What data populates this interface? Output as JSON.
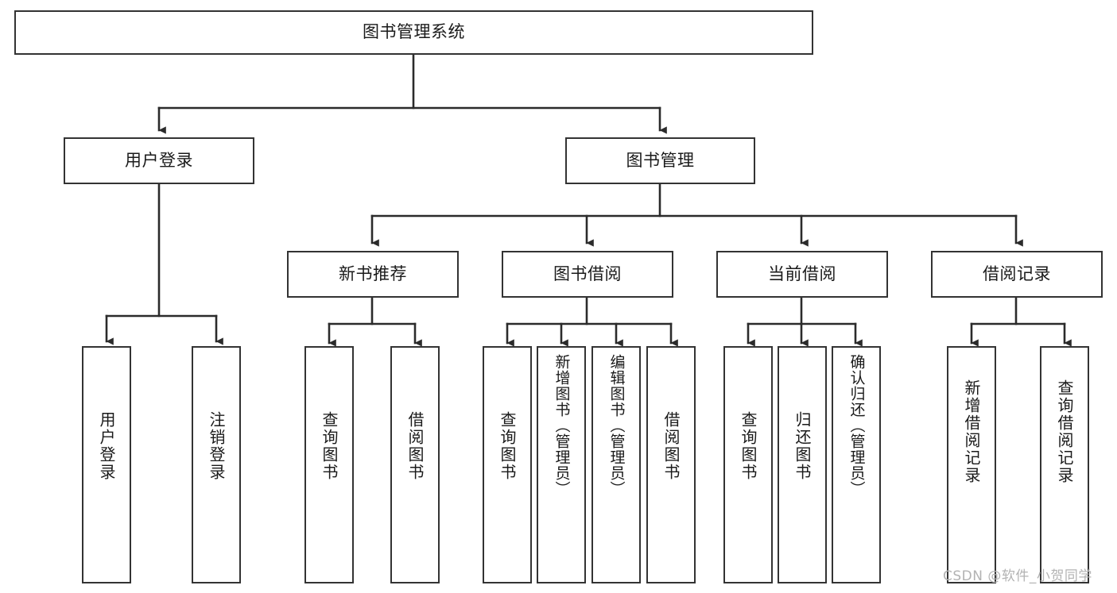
{
  "diagram": {
    "type": "tree",
    "title": "图书管理系统",
    "root": {
      "label": "图书管理系统"
    },
    "level2": [
      {
        "label": "用户登录"
      },
      {
        "label": "图书管理"
      }
    ],
    "level3": [
      {
        "label": "新书推荐"
      },
      {
        "label": "图书借阅"
      },
      {
        "label": "当前借阅"
      },
      {
        "label": "借阅记录"
      }
    ],
    "leaves": {
      "user_login": [
        {
          "label": "用户登录"
        },
        {
          "label": "注销登录"
        }
      ],
      "new_book_recommend": [
        {
          "label": "查询图书"
        },
        {
          "label": "借阅图书"
        }
      ],
      "book_borrow": [
        {
          "label": "查询图书"
        },
        {
          "label": "新增图书（管理员）"
        },
        {
          "label": "编辑图书（管理员）"
        },
        {
          "label": "借阅图书"
        }
      ],
      "current_borrow": [
        {
          "label": "查询图书"
        },
        {
          "label": "归还图书"
        },
        {
          "label": "确认归还（管理员）"
        }
      ],
      "borrow_record": [
        {
          "label": "新增借阅记录"
        },
        {
          "label": "查询借阅记录"
        }
      ]
    }
  },
  "watermark": {
    "text": "CSDN @软件_小贺同学"
  },
  "colors": {
    "stroke": "#333333",
    "fill": "#ffffff",
    "text": "#1a1a1a",
    "watermark": "#b3b3b3"
  }
}
